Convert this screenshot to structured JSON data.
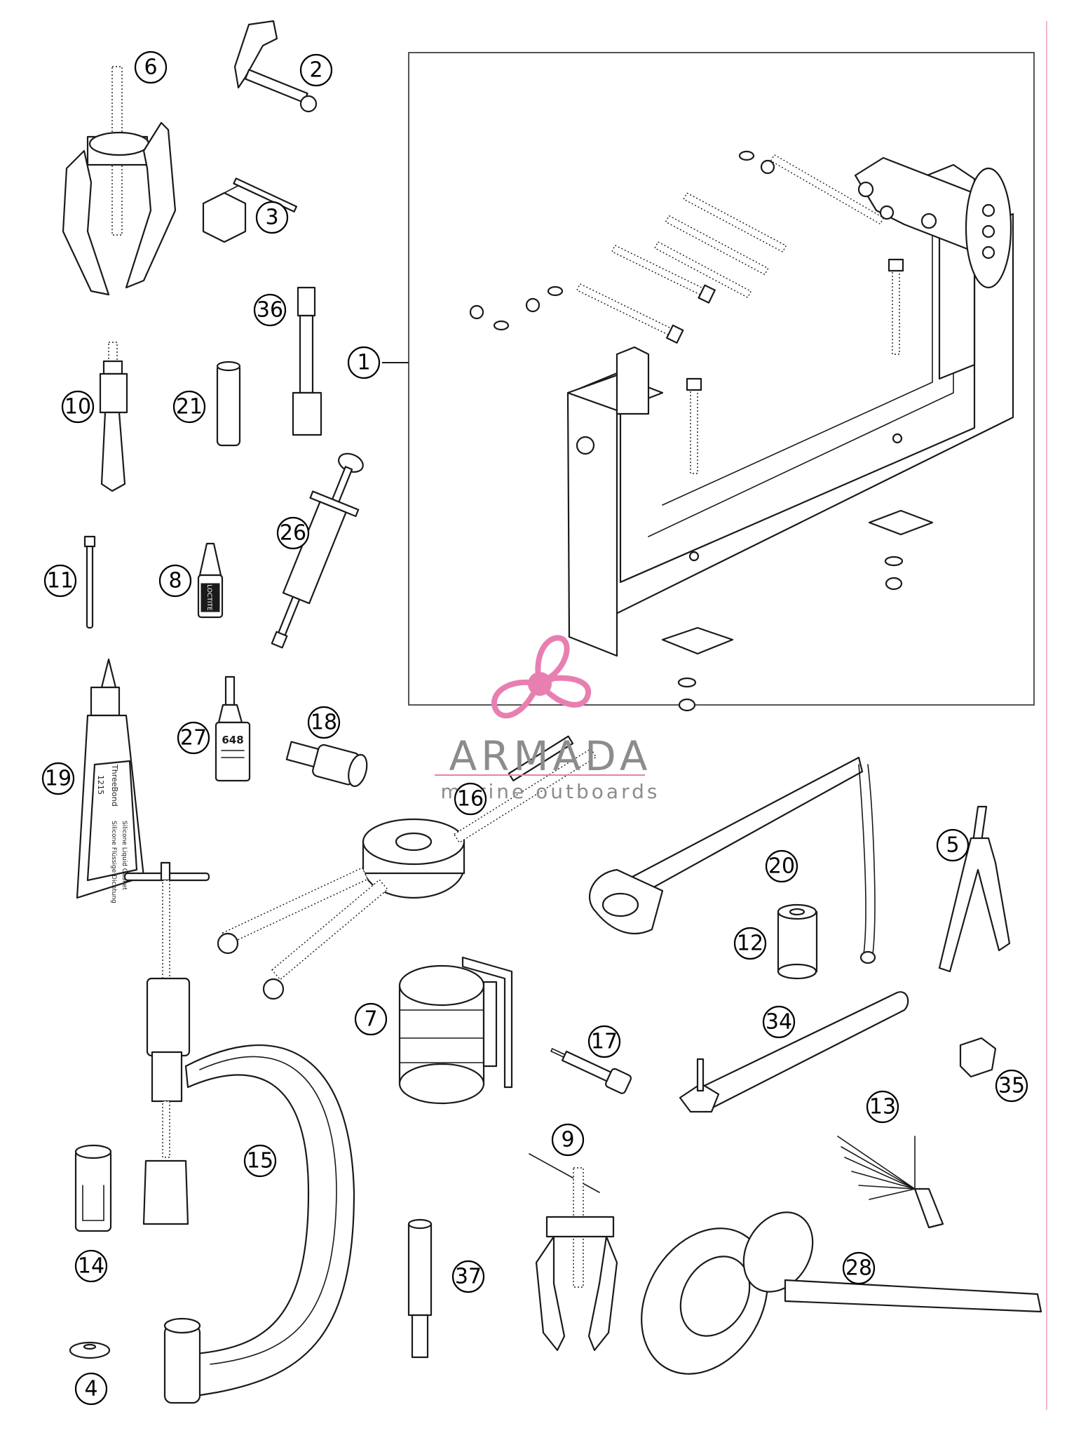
{
  "diagram": {
    "callouts": [
      {
        "id": "c6",
        "label": "6"
      },
      {
        "id": "c2",
        "label": "2"
      },
      {
        "id": "c3",
        "label": "3"
      },
      {
        "id": "c36",
        "label": "36"
      },
      {
        "id": "c1",
        "label": "1"
      },
      {
        "id": "c10",
        "label": "10"
      },
      {
        "id": "c21",
        "label": "21"
      },
      {
        "id": "c26",
        "label": "26"
      },
      {
        "id": "c11",
        "label": "11"
      },
      {
        "id": "c8",
        "label": "8"
      },
      {
        "id": "c27",
        "label": "27"
      },
      {
        "id": "c18",
        "label": "18"
      },
      {
        "id": "c19",
        "label": "19"
      },
      {
        "id": "c16",
        "label": "16"
      },
      {
        "id": "c20",
        "label": "20"
      },
      {
        "id": "c5",
        "label": "5"
      },
      {
        "id": "c12",
        "label": "12"
      },
      {
        "id": "c7",
        "label": "7"
      },
      {
        "id": "c17",
        "label": "17"
      },
      {
        "id": "c34",
        "label": "34"
      },
      {
        "id": "c35",
        "label": "35"
      },
      {
        "id": "c13",
        "label": "13"
      },
      {
        "id": "c15",
        "label": "15"
      },
      {
        "id": "c9",
        "label": "9"
      },
      {
        "id": "c14",
        "label": "14"
      },
      {
        "id": "c37",
        "label": "37"
      },
      {
        "id": "c28",
        "label": "28"
      },
      {
        "id": "c4",
        "label": "4"
      }
    ],
    "part_labels": {
      "threebond_brand": "ThreeBond",
      "threebond_number": "1215",
      "threebond_note_1": "Silicone Liquid Gasket",
      "threebond_note_2": "Silicone Flüssige Dichtung",
      "bottle_27_number": "648",
      "bottle_8_text": "LOCTITE"
    }
  },
  "watermark": {
    "title": "ARMADA",
    "subtitle": "marine outboards",
    "logo_color": "#e87fb0",
    "text_color": "#8c8c8c"
  },
  "colors": {
    "line": "#1a1a1a",
    "frame": "#555555",
    "edge_rule": "#f2b8c6"
  }
}
